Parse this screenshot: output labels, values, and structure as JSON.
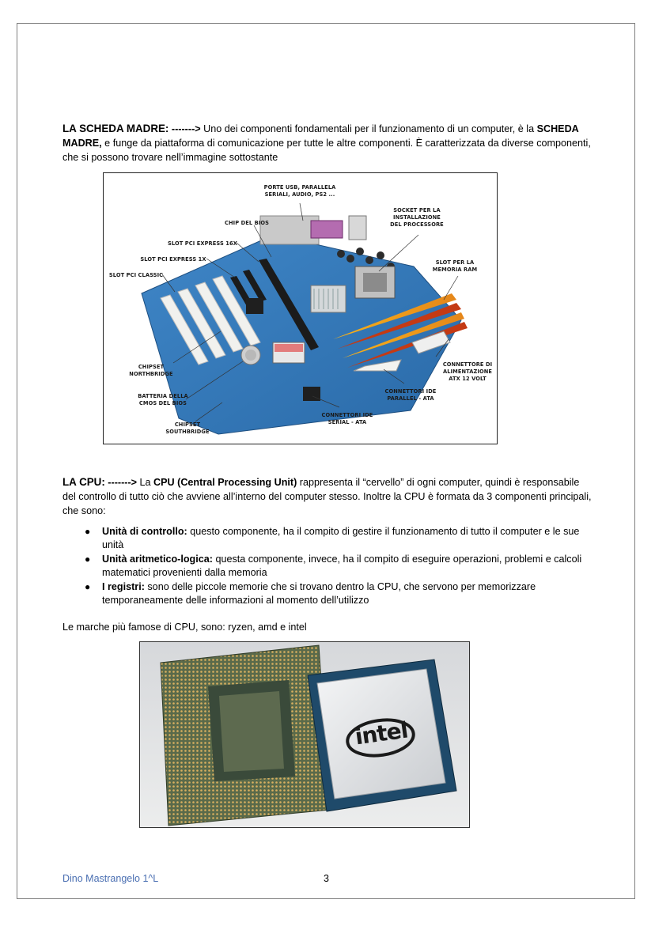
{
  "sections": {
    "motherboard": {
      "heading": "LA SCHEDA MADRE:",
      "arrow": " -------> ",
      "text1": "Uno dei componenti fondamentali per il funzionamento di un computer, è la ",
      "bold_term": "SCHEDA MADRE,",
      "text2": " e funge da piattaforma di comunicazione per tutte le altre componenti. È caratterizzata da diverse componenti, che si possono trovare nell’immagine sottostante"
    },
    "cpu": {
      "heading": "LA CPU:",
      "arrow": " -------> ",
      "text1": "La ",
      "bold_term": "CPU (Central Processing Unit)",
      "text2": " rappresenta il “cervello” di ogni computer, quindi è responsabile del controllo di tutto ciò che avviene all’interno del computer stesso. Inoltre la CPU è formata da 3 componenti principali, che sono:",
      "bullets": [
        {
          "term": "Unità di controllo:",
          "text": " questo componente, ha il compito di gestire il funzionamento di tutto il computer e le sue unità"
        },
        {
          "term": "Unità aritmetico-logica:",
          "text": " questa componente, invece, ha il compito di eseguire operazioni, problemi e calcoli matematici provenienti dalla memoria"
        },
        {
          "term": "I registri:",
          "text": " sono delle piccole memorie che si trovano dentro la CPU, che servono per memorizzare temporaneamente delle informazioni al momento dell’utilizzo"
        }
      ],
      "brands": "Le marche più famose di CPU, sono: ryzen, amd e intel"
    }
  },
  "motherboard_labels": {
    "ports": "PORTE USB, PARALLELA\nSERIALI, AUDIO, PS2 ...",
    "bios": "CHIP DEL BIOS",
    "pci16": "SLOT PCI EXPRESS 16x",
    "pci1": "SLOT PCI EXPRESS 1x",
    "pci_classic": "SLOT PCI CLASSIC",
    "socket": "SOCKET PER LA\nINSTALLAZIONE\nDEL PROCESSORE",
    "ram": "SLOT PER LA\nMEMORIA RAM",
    "northbridge": "CHIPSET\nNORTHBRIDGE",
    "battery": "BATTERIA DELLA\nCMOS DEL BIOS",
    "southbridge": "CHIPSET\nSOUTHBRIDGE",
    "power": "CONNETTORE DI\nALIMENTAZIONE\nATX 12 VOLT",
    "ide_parallel": "CONNETTORI IDE\nPARALLEL - ATA",
    "ide_serial": "CONNETTORI IDE\nSERIAL - ATA"
  },
  "cpu_logo": "intel",
  "footer": {
    "author": "Dino Mastrangelo 1^L",
    "page": "3"
  }
}
